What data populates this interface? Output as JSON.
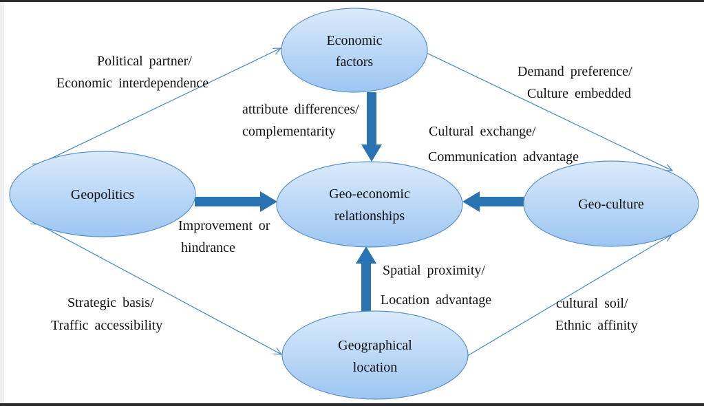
{
  "nodes": {
    "economic": [
      "Economic",
      "factors"
    ],
    "geopolitics": [
      "Geopolitics"
    ],
    "center": [
      "Geo-economic",
      "relationships"
    ],
    "culture": [
      "Geo-culture"
    ],
    "location": [
      "Geographical",
      "location"
    ]
  },
  "edge_labels": {
    "politics_economic": [
      "Political partner/",
      "Economic interdependence"
    ],
    "economic_culture": [
      "Demand preference/",
      "Culture embedded"
    ],
    "economic_center": [
      "attribute differences/",
      "complementarity"
    ],
    "culture_center": [
      "Cultural exchange/",
      "Communication advantage"
    ],
    "politics_center": [
      "Improvement or",
      "hindrance"
    ],
    "location_center": [
      "Spatial proximity/",
      "Location advantage"
    ],
    "politics_location": [
      "Strategic basis/",
      "Traffic accessibility"
    ],
    "location_culture": [
      "cultural soil/",
      "Ethnic affinity"
    ]
  },
  "colors": {
    "ellipse_top": "#dbeafb",
    "ellipse_bottom": "#9cc6f2",
    "ellipse_stroke": "#5b93c9",
    "thick_arrow": "#2a73b3",
    "thin_arrow": "#4f8fc8"
  }
}
